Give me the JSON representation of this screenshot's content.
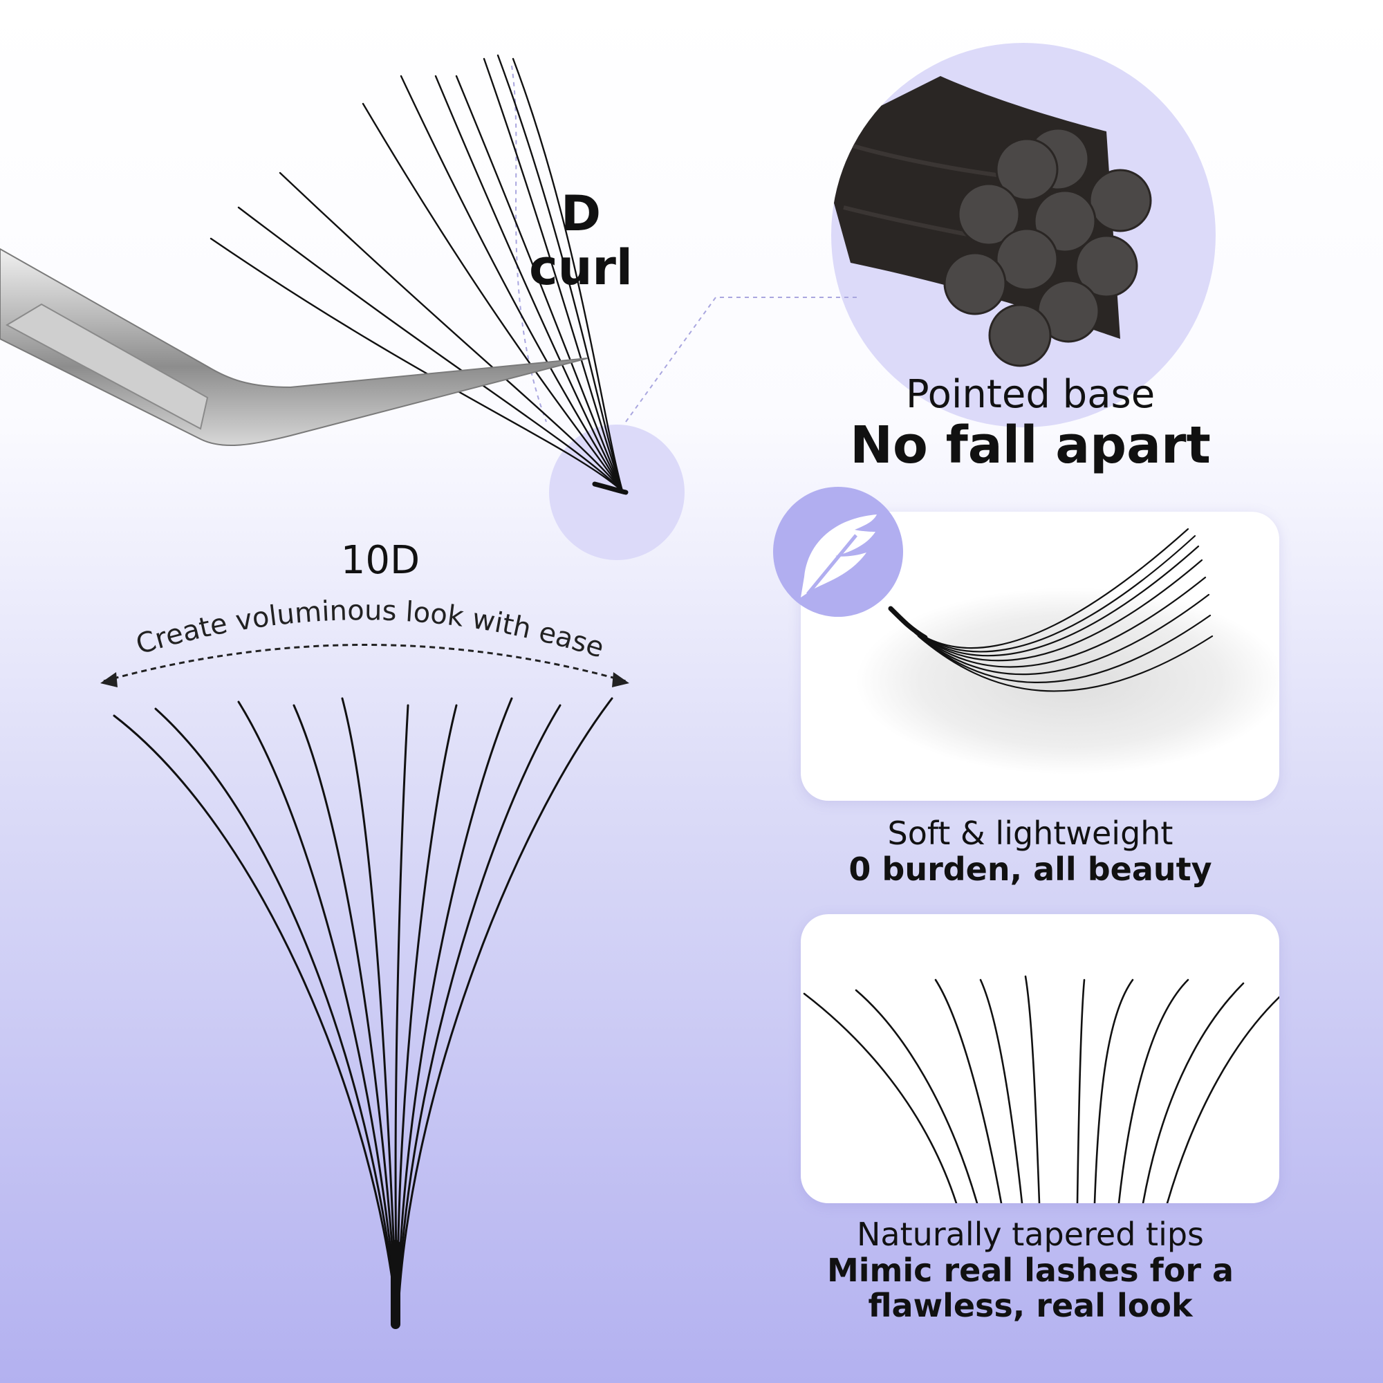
{
  "curl": {
    "line1": "D",
    "line2": "curl"
  },
  "volume": {
    "count": "10D",
    "caption": "Create voluminous look with ease"
  },
  "base": {
    "line1": "Pointed base",
    "line2": "No fall apart"
  },
  "soft": {
    "line1": "Soft & lightweight",
    "line2": "0 burden, all beauty"
  },
  "taper": {
    "line1": "Naturally tapered tips",
    "line2a": "Mimic real lashes for a",
    "line2b": "flawless, real look"
  },
  "colors": {
    "accent_lavender": "#dcdaf9",
    "badge_purple": "#b1aef0",
    "lash_black": "#111111",
    "fiber_dark": "#2a2624",
    "fiber_tip": "#4b4847"
  },
  "icons": {
    "feather": "feather-icon",
    "tweezers": "tweezers-icon"
  }
}
